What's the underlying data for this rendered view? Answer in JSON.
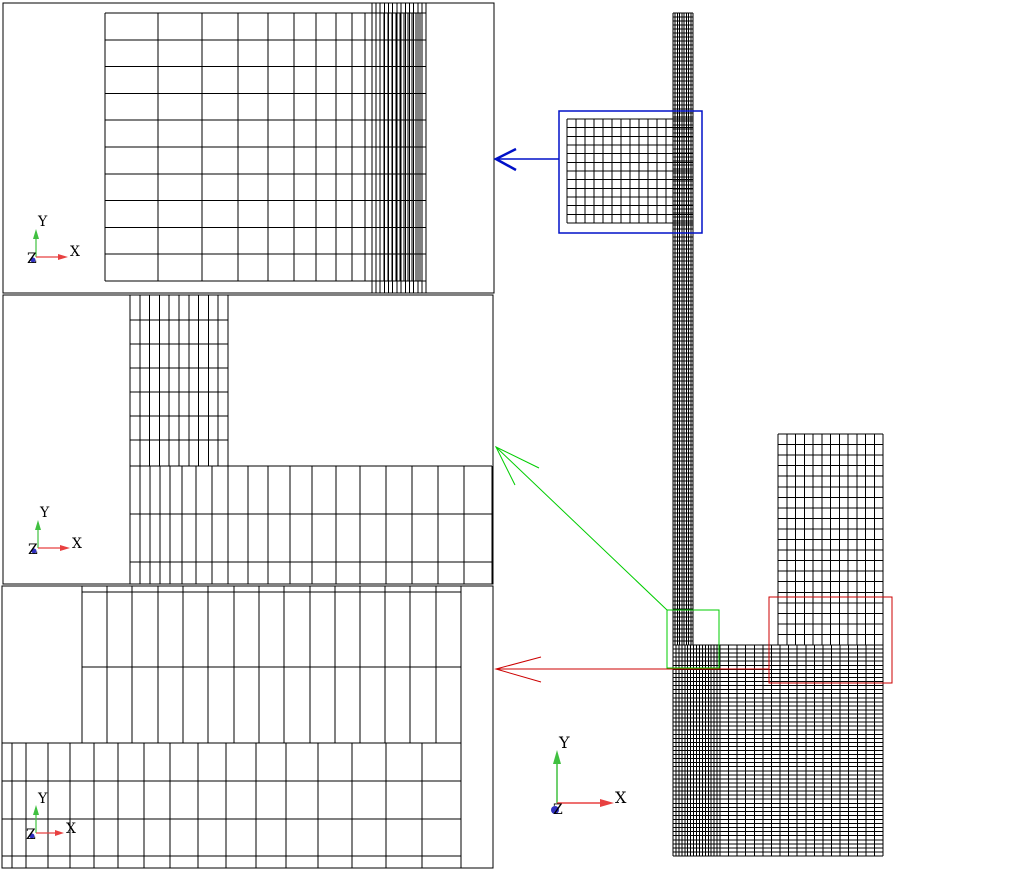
{
  "axis_triads": [
    {
      "id": "main",
      "x_label": "X",
      "y_label": "Y",
      "z_label": "Z"
    },
    {
      "id": "zoom-top",
      "x_label": "X",
      "y_label": "Y",
      "z_label": "Z"
    },
    {
      "id": "zoom-middle",
      "x_label": "X",
      "y_label": "Y",
      "z_label": "Z"
    },
    {
      "id": "zoom-bottom",
      "x_label": "X",
      "y_label": "Y",
      "z_label": "Z"
    }
  ],
  "colors": {
    "mesh": "#000000",
    "frame": "#000000",
    "detail_top": "#0010c8",
    "detail_middle": "#00cc00",
    "detail_bottom": "#cc0000",
    "axis_x": "#e84040",
    "axis_y": "#40c040",
    "axis_z": "#3030c0"
  }
}
